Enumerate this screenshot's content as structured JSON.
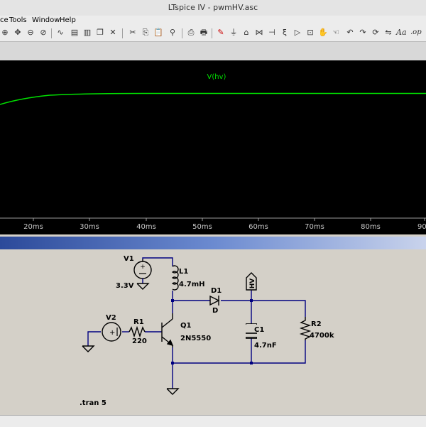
{
  "window": {
    "title": "LTspice IV - pwmHV.asc"
  },
  "menu": {
    "items": [
      "ce",
      "Tools",
      "Window",
      "Help"
    ]
  },
  "toolbar": {
    "icons": [
      "zoom-in-icon",
      "zoom-pan-icon",
      "zoom-out-icon",
      "zoom-cancel-icon",
      "waveform-icon",
      "tile-icon",
      "cascade-icon",
      "cut-icon",
      "copy-icon",
      "paste-icon",
      "find-icon",
      "print-setup-icon",
      "print-icon",
      "autorange-icon",
      "pencil-icon",
      "ground-icon",
      "label-icon",
      "resistor-icon",
      "capacitor-icon",
      "inductor-icon",
      "diode-icon",
      "component-icon",
      "move-icon",
      "drag-icon",
      "undo-icon",
      "redo-icon",
      "rotate-icon",
      "mirror-icon",
      "text-icon",
      "spice-directive-icon"
    ]
  },
  "waveform": {
    "trace_label": "V(hv)",
    "trace_color": "#00e000",
    "x_ticks": [
      "20ms",
      "30ms",
      "40ms",
      "50ms",
      "60ms",
      "70ms",
      "80ms",
      "90"
    ]
  },
  "schematic": {
    "V1": {
      "name": "V1",
      "value": "3.3V"
    },
    "V2": {
      "name": "V2"
    },
    "L1": {
      "name": "L1",
      "value": "4.7mH"
    },
    "D1": {
      "name": "D1",
      "value": "D"
    },
    "R1": {
      "name": "R1",
      "value": "220"
    },
    "Q1": {
      "name": "Q1",
      "value": "2N5550"
    },
    "C1": {
      "name": "C1",
      "value": "4.7nF"
    },
    "R2": {
      "name": "R2",
      "value": "4700k"
    },
    "hv_label": "HV",
    "directive": ".tran 5",
    "wire_color": "#000080",
    "component_color": "#000000"
  }
}
